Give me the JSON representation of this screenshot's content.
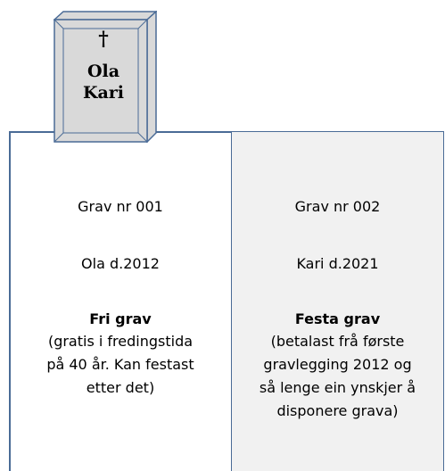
{
  "headstone": {
    "symbol": "†",
    "names": [
      "Ola",
      "Kari"
    ]
  },
  "plots": [
    {
      "grave_nr": "Grav nr 001",
      "person": "Ola d.2012",
      "status": "Fri grav",
      "note_lines": [
        "(gratis i fredingstida",
        "på 40 år. Kan festast",
        "etter det)"
      ]
    },
    {
      "grave_nr": "Grav nr 002",
      "person": "Kari d.2021",
      "status": "Festa grav",
      "note_lines": [
        "(betalast frå første",
        "gravlegging 2012 og",
        "så lenge ein ynskjer å",
        "disponere grava)"
      ]
    }
  ],
  "colors": {
    "outline": "#4a6b96",
    "headstone_fill": "#d9d9d9",
    "leased_plot_fill": "#f1f1f1"
  }
}
